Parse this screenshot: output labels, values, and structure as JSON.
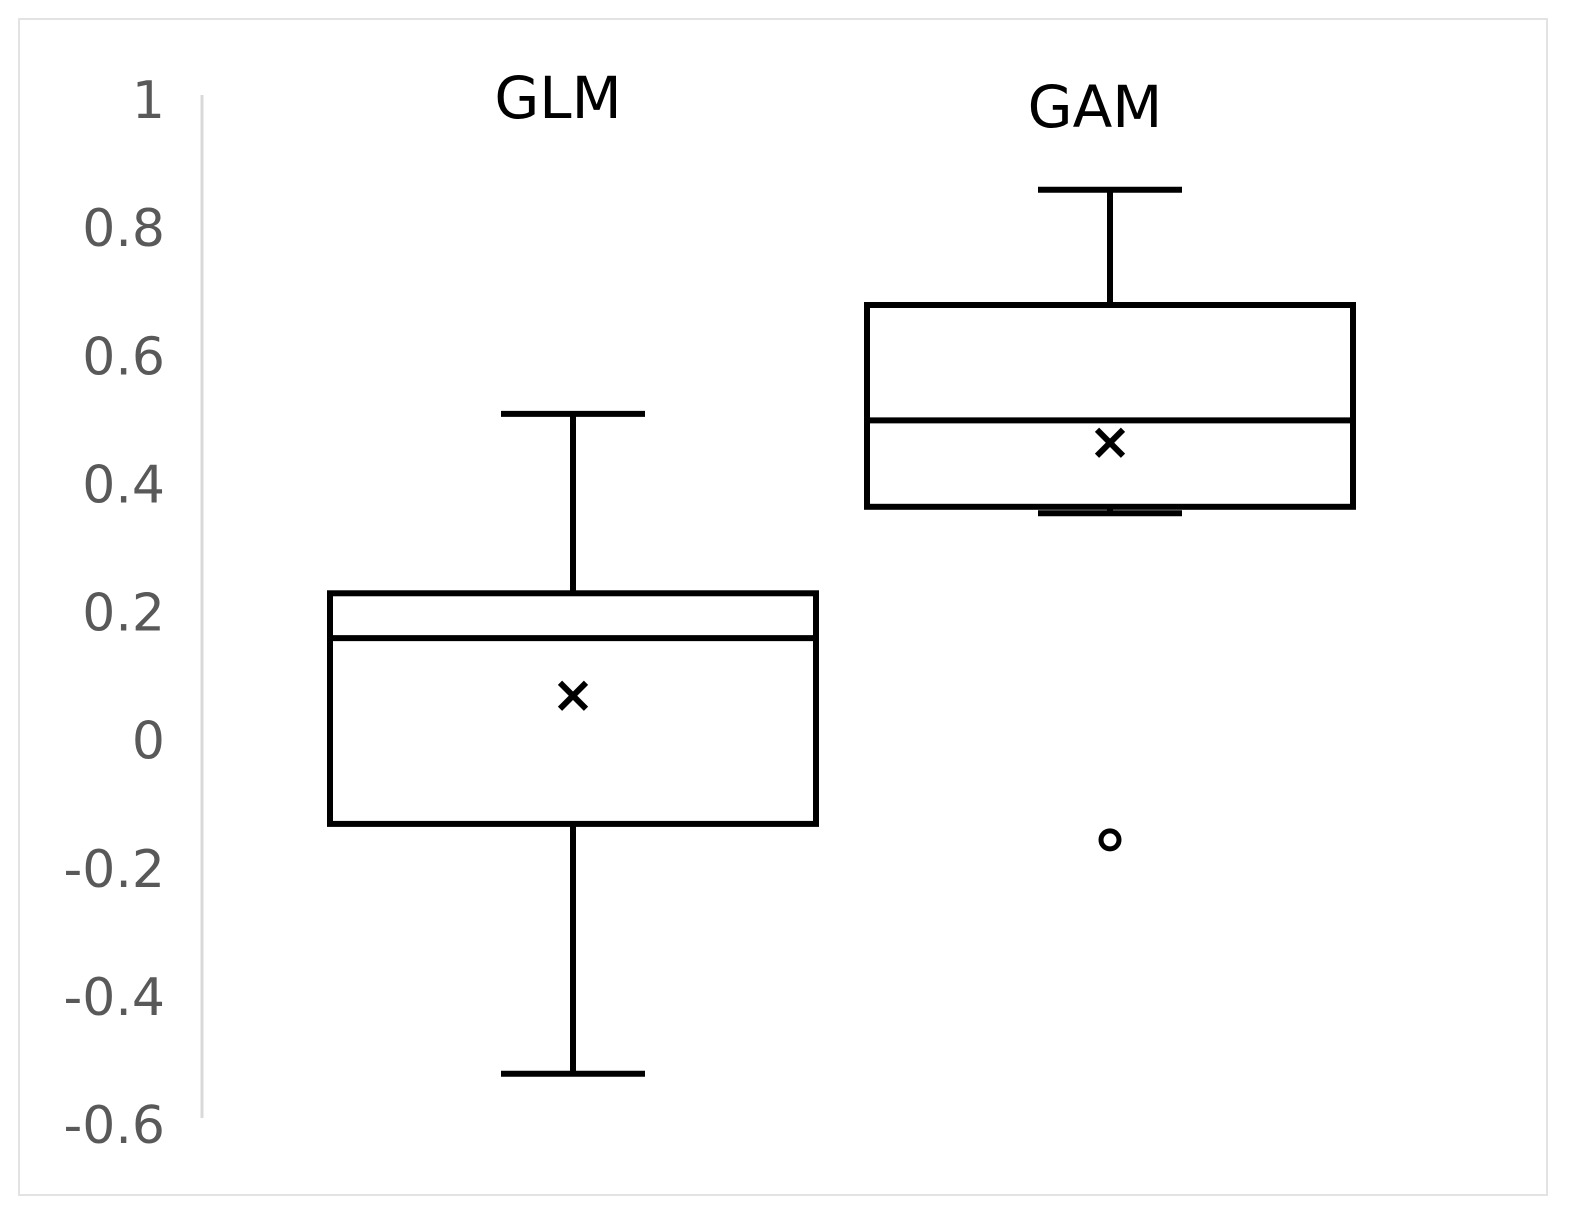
{
  "chart_data": {
    "type": "box",
    "ylim": [
      -0.6,
      1
    ],
    "y_ticks": [
      "1",
      "0.8",
      "0.6",
      "0.4",
      "0.2",
      "0",
      "-0.2",
      "-0.4",
      "-0.6"
    ],
    "y_tick_values": [
      1,
      0.8,
      0.6,
      0.4,
      0.2,
      0,
      -0.2,
      -0.4,
      -0.6
    ],
    "grid": false,
    "legend": "none",
    "series": [
      {
        "name": "GLM",
        "whisker_low": -0.52,
        "q1": -0.13,
        "median": 0.16,
        "q3": 0.23,
        "whisker_high": 0.51,
        "mean": 0.07,
        "outliers": []
      },
      {
        "name": "GAM",
        "whisker_low": 0.355,
        "q1": 0.365,
        "median": 0.5,
        "q3": 0.68,
        "whisker_high": 0.86,
        "mean": 0.465,
        "outliers": [
          -0.155
        ]
      }
    ]
  },
  "colors": {
    "box_stroke": "#000000",
    "axis_line": "#d9d9d9",
    "tick_text": "#595959",
    "frame_border": "#e3e3e3"
  }
}
